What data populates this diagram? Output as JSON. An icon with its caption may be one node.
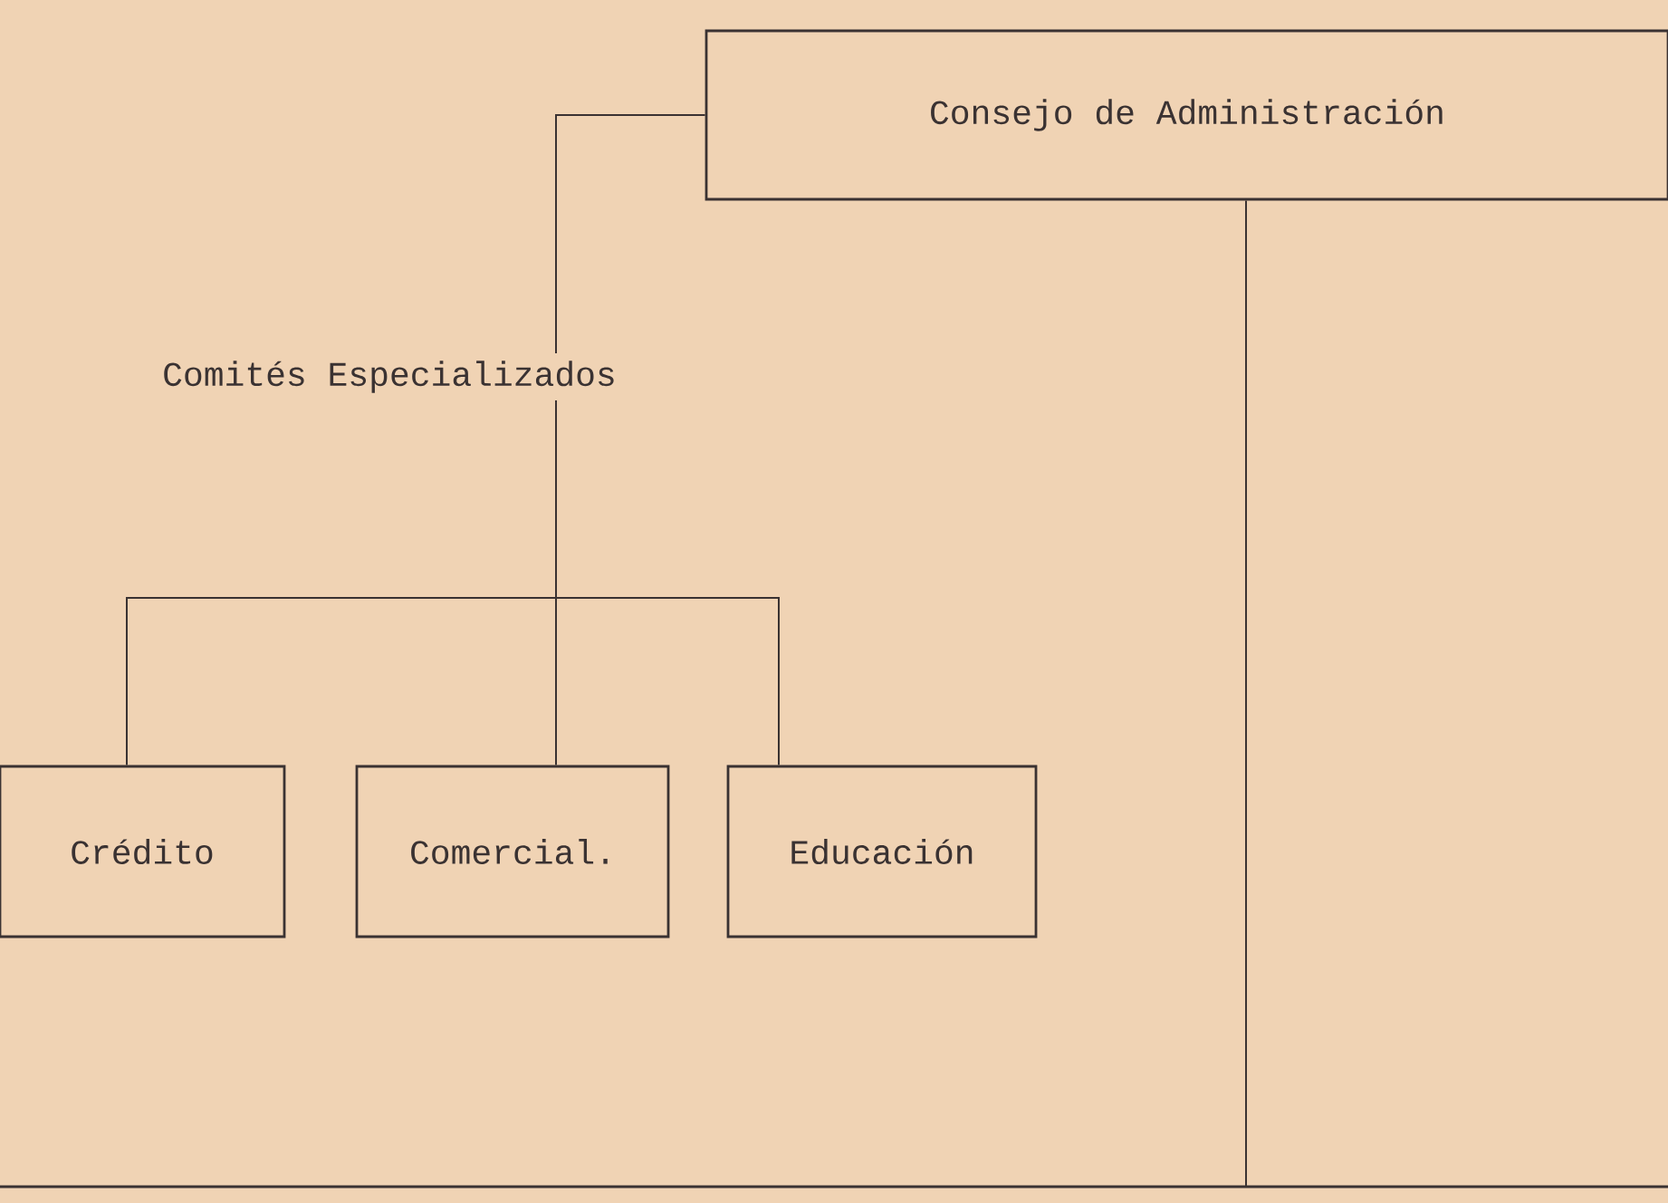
{
  "diagram": {
    "nodes": [
      {
        "text": [
          "Consejo de Administración"
        ]
      },
      {
        "text": [
          "Comités Especializados"
        ]
      },
      {
        "text": [
          "Crédito"
        ]
      },
      {
        "text": [
          "Comercial."
        ]
      },
      {
        "text": [
          "Educación"
        ]
      }
    ],
    "edges": [
      {
        "from": 0,
        "to": 1,
        "arrow": "none"
      },
      {
        "from": 1,
        "to": 2,
        "arrow": "none"
      },
      {
        "from": 1,
        "to": 3,
        "arrow": "none"
      },
      {
        "from": 1,
        "to": 4,
        "arrow": "none"
      },
      {
        "from": 0,
        "to": null,
        "arrow": "none"
      }
    ]
  }
}
